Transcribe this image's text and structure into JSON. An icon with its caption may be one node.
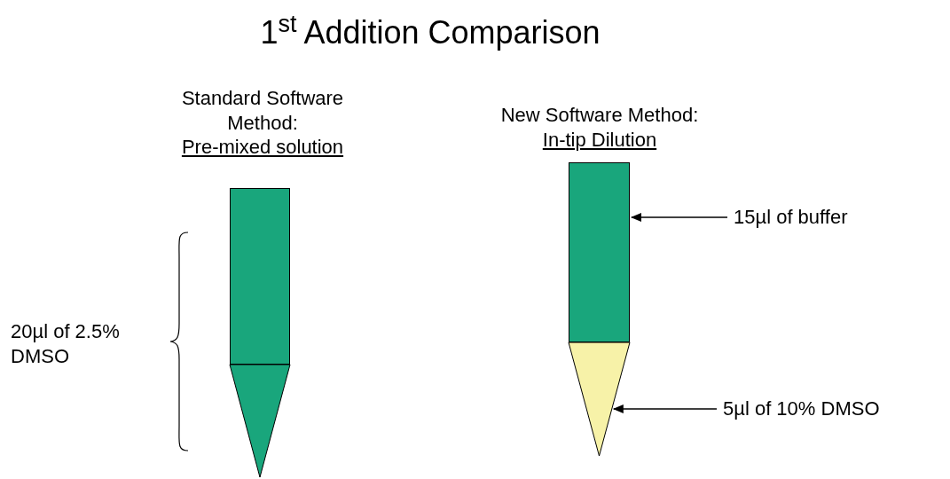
{
  "diagram": {
    "title": "1$^{st}$ Addition Comparison",
    "nodes": [
      {
        "text": [],
        "shape": "box"
      },
      {
        "text": [],
        "shape": "triangle"
      },
      {
        "text": [],
        "shape": "box"
      },
      {
        "text": [],
        "shape": "triangle"
      },
      {
        "text": [
          "15µl of buffer"
        ]
      },
      {
        "text": [
          "5µl of 10% DMSO"
        ]
      }
    ],
    "edges": [
      {
        "from": 4,
        "to": 2,
        "arrow": "to"
      },
      {
        "from": 5,
        "to": 3,
        "arrow": "to"
      }
    ],
    "labels": [
      "Standard Software Method:",
      "Pre-mixed solution",
      "New Software Method:",
      "In-tip Dilution",
      "20µl of 2.5% DMSO"
    ]
  }
}
